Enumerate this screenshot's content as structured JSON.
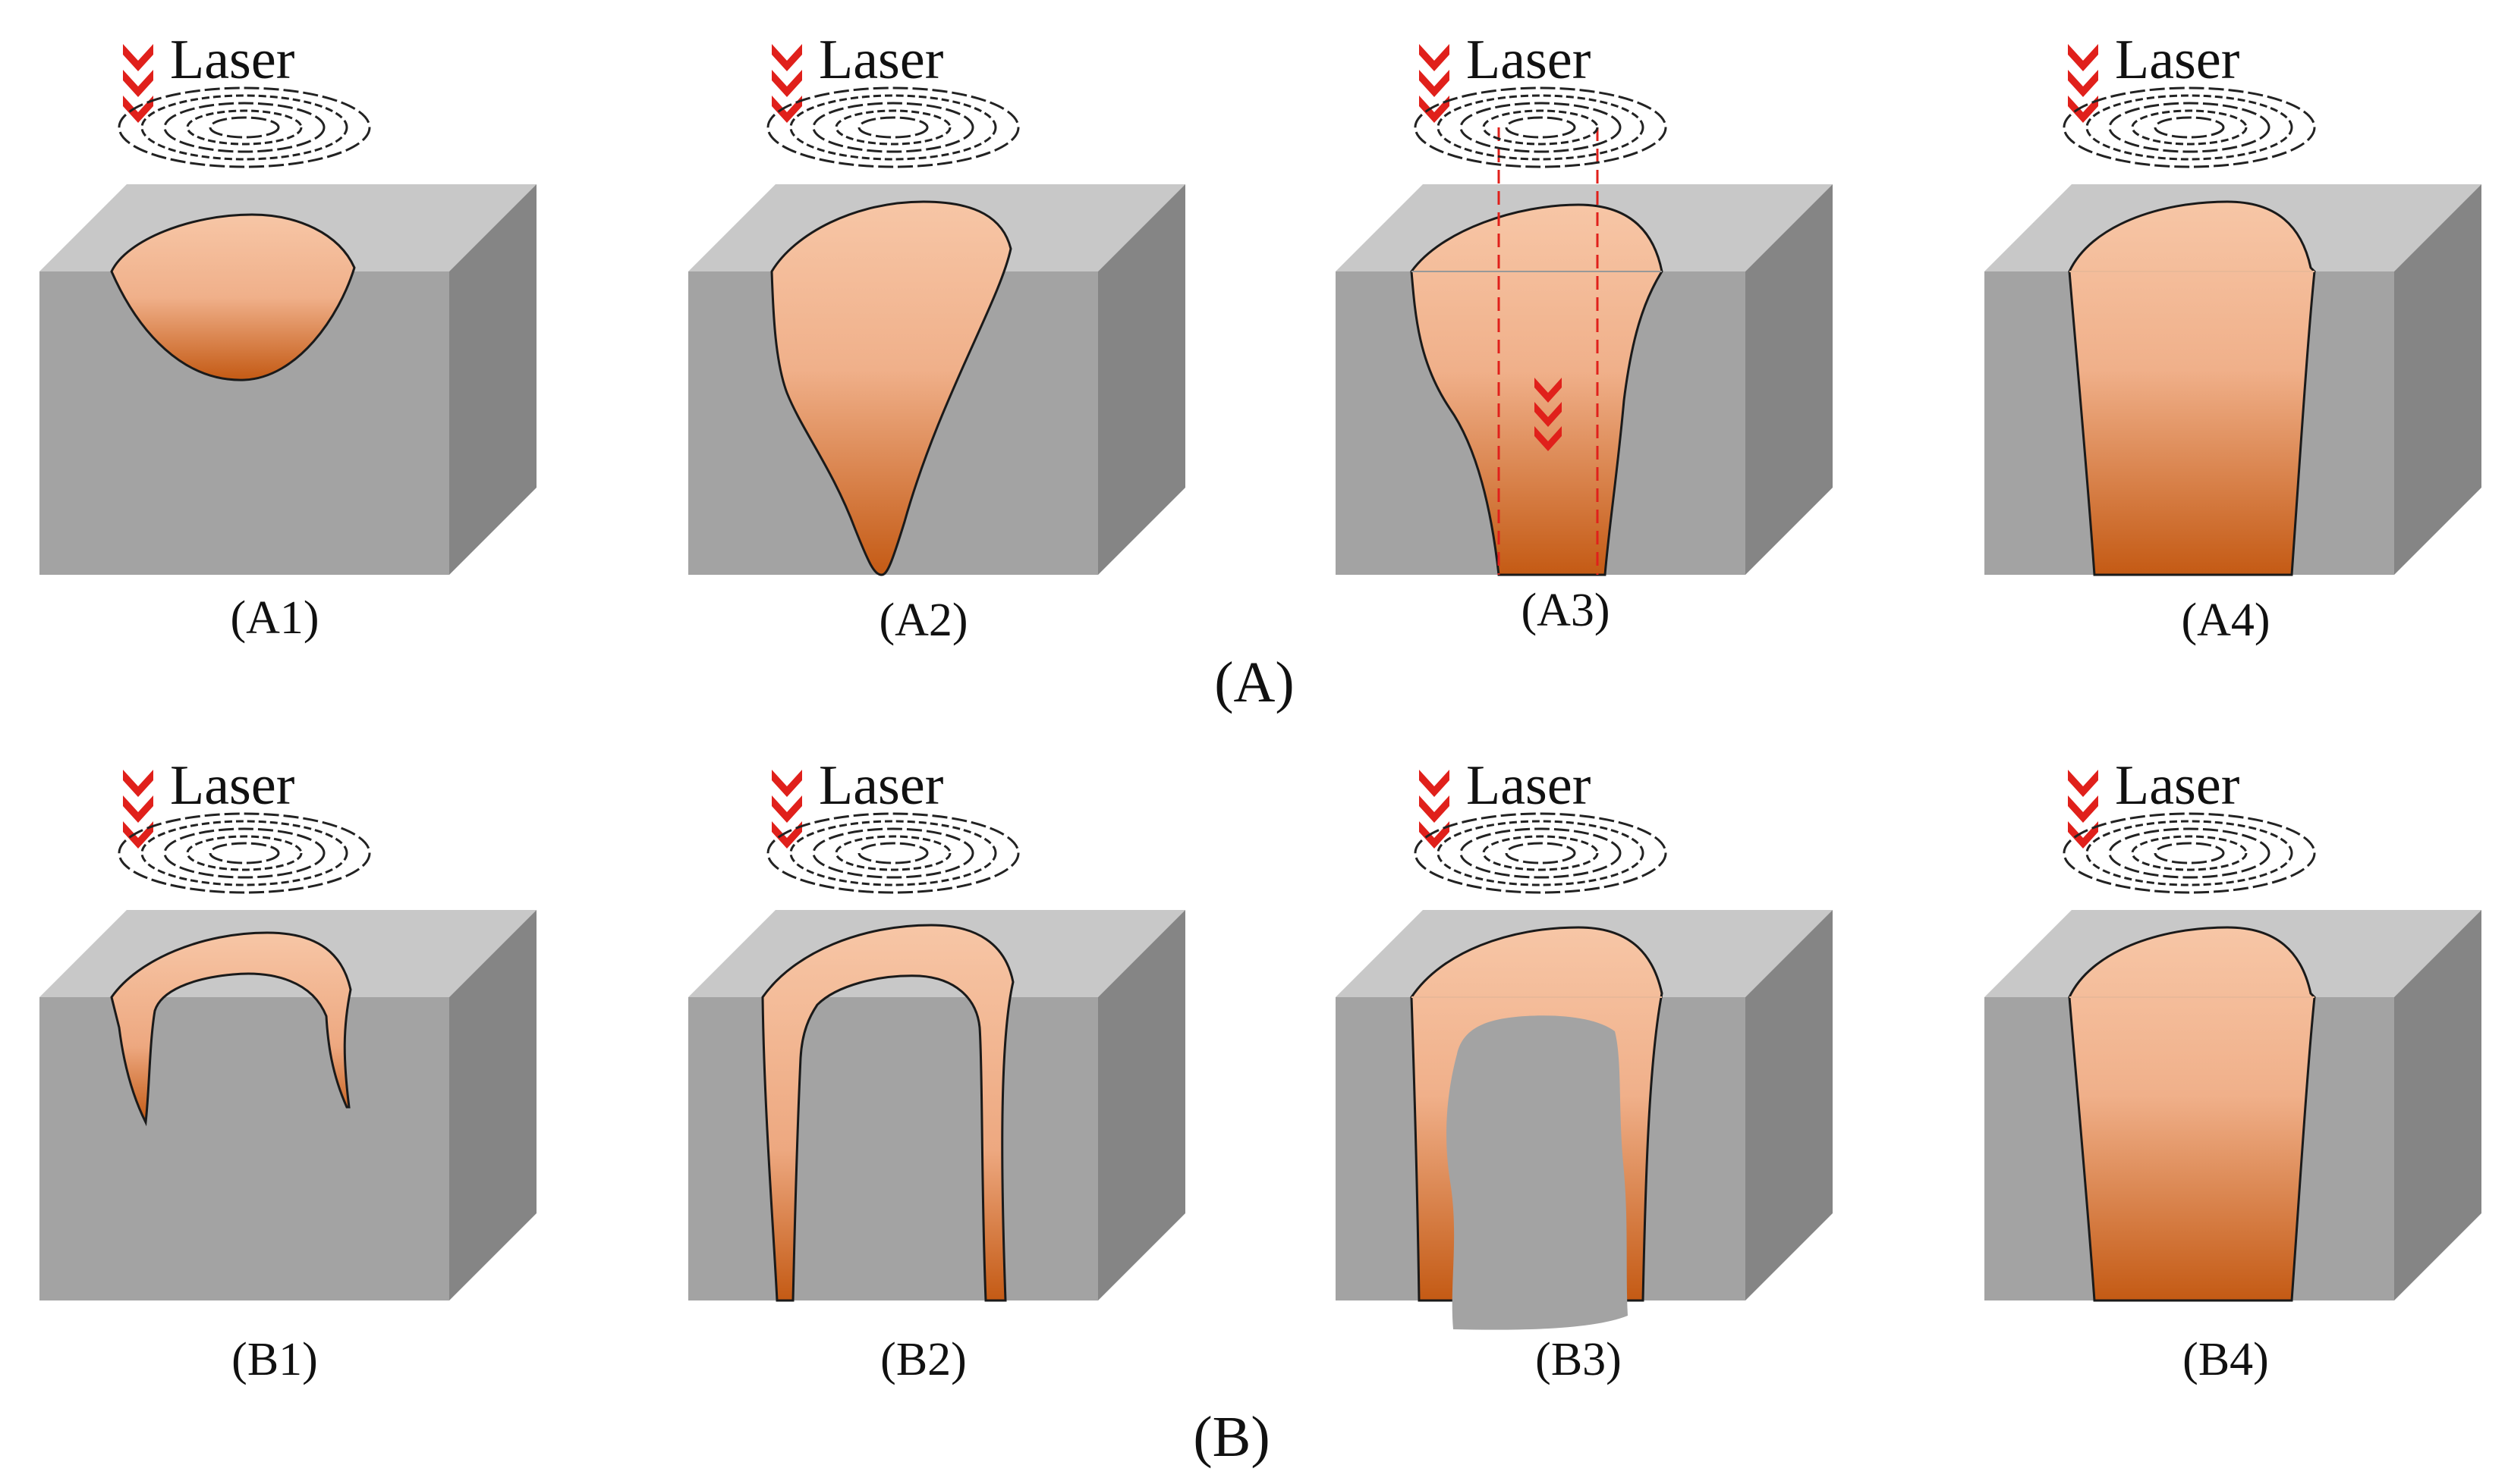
{
  "laser_label": "Laser",
  "colors": {
    "block_front": "#a3a3a3",
    "block_top": "#c8c8c8",
    "block_side": "#858585",
    "pool_light": "#f7c6a6",
    "pool_dark": "#c45a14",
    "arrow": "#e0201b",
    "outline": "#1a1a1a"
  },
  "rows": [
    {
      "label": "(A)",
      "panels": [
        {
          "label": "(A1)",
          "shape": "shallow-ellipse"
        },
        {
          "label": "(A2)",
          "shape": "v-shape"
        },
        {
          "label": "(A3)",
          "shape": "keyhole-with-downward-arrows"
        },
        {
          "label": "(A4)",
          "shape": "full-penetration"
        }
      ]
    },
    {
      "label": "(B)",
      "panels": [
        {
          "label": "(B1)",
          "shape": "ring-shallow"
        },
        {
          "label": "(B2)",
          "shape": "ring-deep"
        },
        {
          "label": "(B3)",
          "shape": "ring-with-residual-core"
        },
        {
          "label": "(B4)",
          "shape": "full-penetration"
        }
      ]
    }
  ]
}
